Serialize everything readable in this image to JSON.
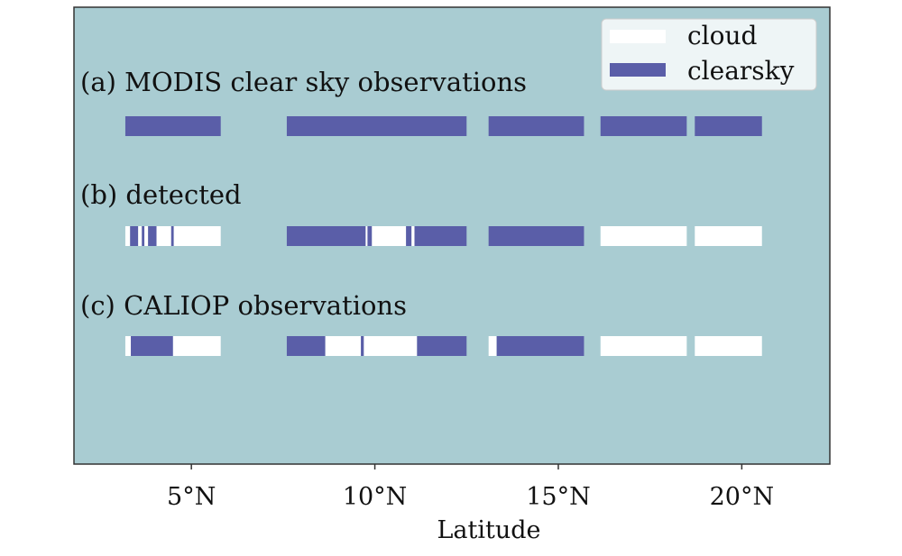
{
  "chart_data": {
    "type": "bar",
    "xlabel": "Latitude",
    "xlim": [
      1.8,
      22.4
    ],
    "x_ticks": [
      {
        "value": 5,
        "label": "5°N"
      },
      {
        "value": 10,
        "label": "10°N"
      },
      {
        "value": 15,
        "label": "15°N"
      },
      {
        "value": 20,
        "label": "20°N"
      }
    ],
    "grid": false,
    "legend_position": "top-right",
    "legend": [
      {
        "label": "cloud",
        "color": "#ffffff"
      },
      {
        "label": "clearsky",
        "color": "#5a5ea8"
      }
    ],
    "colors": {
      "background": "#a9ccd2",
      "cloud": "#ffffff",
      "clearsky": "#5a5ea8",
      "frame": "#333333"
    },
    "rows": [
      {
        "label": "(a) MODIS clear sky observations",
        "segments": [
          {
            "start": 3.2,
            "end": 5.8,
            "class": "clearsky"
          },
          {
            "start": 7.6,
            "end": 12.5,
            "class": "clearsky"
          },
          {
            "start": 13.1,
            "end": 15.7,
            "class": "clearsky"
          },
          {
            "start": 16.15,
            "end": 18.5,
            "class": "clearsky"
          },
          {
            "start": 18.72,
            "end": 20.55,
            "class": "clearsky"
          }
        ]
      },
      {
        "label": "(b) detected",
        "segments": [
          {
            "start": 3.2,
            "end": 3.33,
            "class": "cloud"
          },
          {
            "start": 3.33,
            "end": 3.55,
            "class": "clearsky"
          },
          {
            "start": 3.55,
            "end": 3.65,
            "class": "cloud"
          },
          {
            "start": 3.65,
            "end": 3.72,
            "class": "clearsky"
          },
          {
            "start": 3.72,
            "end": 3.82,
            "class": "cloud"
          },
          {
            "start": 3.82,
            "end": 4.05,
            "class": "clearsky"
          },
          {
            "start": 4.05,
            "end": 4.45,
            "class": "cloud"
          },
          {
            "start": 4.45,
            "end": 4.52,
            "class": "clearsky"
          },
          {
            "start": 4.52,
            "end": 5.8,
            "class": "cloud"
          },
          {
            "start": 7.6,
            "end": 9.75,
            "class": "clearsky"
          },
          {
            "start": 9.75,
            "end": 9.8,
            "class": "cloud"
          },
          {
            "start": 9.8,
            "end": 9.92,
            "class": "clearsky"
          },
          {
            "start": 9.92,
            "end": 10.85,
            "class": "cloud"
          },
          {
            "start": 10.85,
            "end": 11.0,
            "class": "clearsky"
          },
          {
            "start": 11.0,
            "end": 11.08,
            "class": "cloud"
          },
          {
            "start": 11.08,
            "end": 12.5,
            "class": "clearsky"
          },
          {
            "start": 13.1,
            "end": 15.7,
            "class": "clearsky"
          },
          {
            "start": 16.15,
            "end": 18.5,
            "class": "cloud"
          },
          {
            "start": 18.72,
            "end": 20.55,
            "class": "cloud"
          }
        ]
      },
      {
        "label": "(c) CALIOP observations",
        "segments": [
          {
            "start": 3.2,
            "end": 3.35,
            "class": "cloud"
          },
          {
            "start": 3.35,
            "end": 4.5,
            "class": "clearsky"
          },
          {
            "start": 4.5,
            "end": 5.8,
            "class": "cloud"
          },
          {
            "start": 7.6,
            "end": 8.65,
            "class": "clearsky"
          },
          {
            "start": 8.65,
            "end": 9.62,
            "class": "cloud"
          },
          {
            "start": 9.62,
            "end": 9.7,
            "class": "clearsky"
          },
          {
            "start": 9.7,
            "end": 11.15,
            "class": "cloud"
          },
          {
            "start": 11.15,
            "end": 12.5,
            "class": "clearsky"
          },
          {
            "start": 13.1,
            "end": 13.32,
            "class": "cloud"
          },
          {
            "start": 13.32,
            "end": 15.7,
            "class": "clearsky"
          },
          {
            "start": 16.15,
            "end": 18.5,
            "class": "cloud"
          },
          {
            "start": 18.72,
            "end": 20.55,
            "class": "cloud"
          }
        ]
      }
    ]
  }
}
